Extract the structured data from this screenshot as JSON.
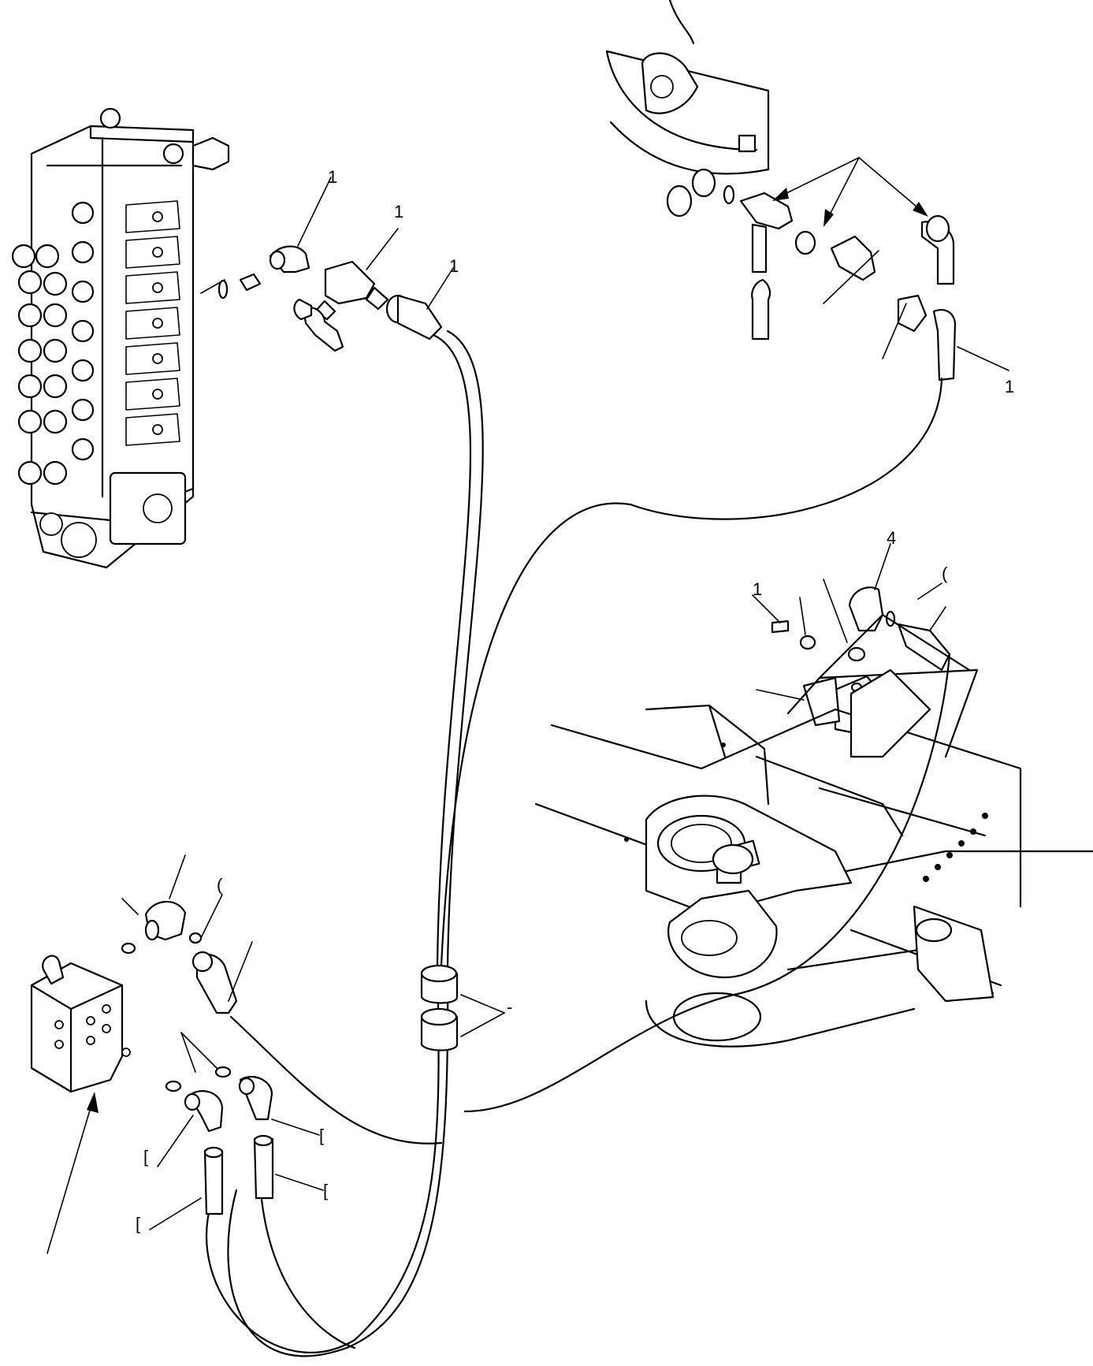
{
  "callouts": {
    "top_left_1": "1",
    "top_left_2": "1",
    "top_left_3": "1",
    "top_right_1": "1",
    "mid_right_1": "1",
    "mid_right_2": "4",
    "mid_right_3": "(",
    "bottom_left_1": "(",
    "bottom_left_2": "[",
    "bottom_left_3": "[",
    "bottom_left_4": "[",
    "bottom_left_5": "[",
    "mid_center_1": "-"
  },
  "colors": {
    "line": "#000000",
    "background": "#ffffff"
  }
}
